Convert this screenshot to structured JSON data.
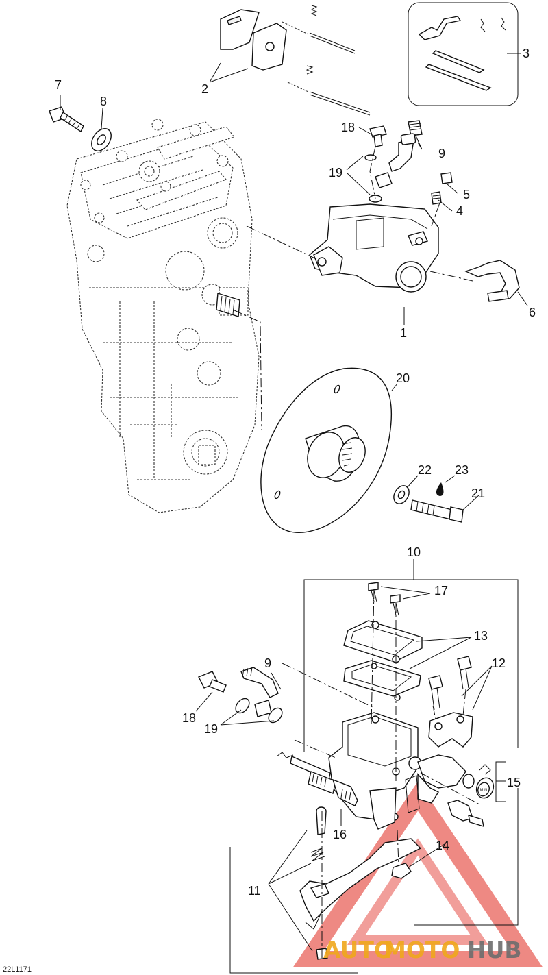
{
  "drawing_ref": "22L1171",
  "callouts": {
    "c1": "1",
    "c2": "2",
    "c3": "3",
    "c4": "4",
    "c5": "5",
    "c6": "6",
    "c7": "7",
    "c8": "8",
    "c9": "9",
    "c9b": "9",
    "c10": "10",
    "c11": "11",
    "c12": "12",
    "c13": "13",
    "c14": "14",
    "c15": "15",
    "c16": "16",
    "c17": "17",
    "c18": "18",
    "c18b": "18",
    "c19": "19",
    "c19b": "19",
    "c20": "20",
    "c21": "21",
    "c22": "22",
    "c23": "23"
  },
  "reservoir_cap_text": "MIN",
  "watermark": {
    "auto": "AUTO",
    "moto": "MOTO",
    "hub": "HUB",
    "orange": "#f0a81c",
    "gray": "#6d6d6d",
    "red": "#e0281e"
  }
}
